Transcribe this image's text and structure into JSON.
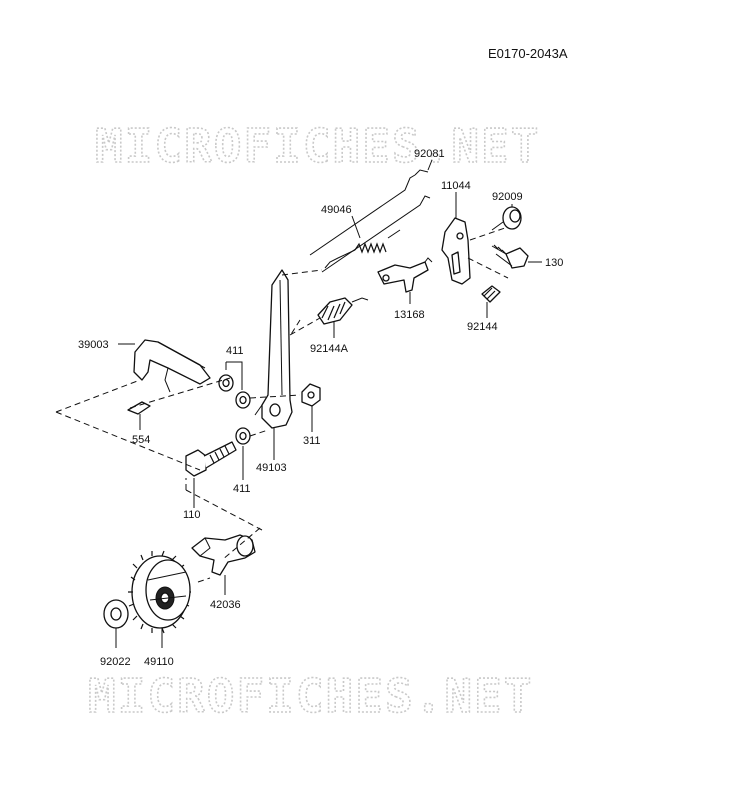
{
  "diagram": {
    "code": "E0170-2043A",
    "watermark": "MICROFICHES.NET",
    "parts": {
      "p92081": "92081",
      "p11044": "11044",
      "p92009": "92009",
      "p49046": "49046",
      "p130": "130",
      "p13168": "13168",
      "p92144": "92144",
      "p92144A": "92144A",
      "p39003": "39003",
      "p411a": "411",
      "p554": "554",
      "p311": "311",
      "p49103": "49103",
      "p411b": "411",
      "p110": "110",
      "p42036": "42036",
      "p92022": "92022",
      "p49110": "49110"
    }
  }
}
